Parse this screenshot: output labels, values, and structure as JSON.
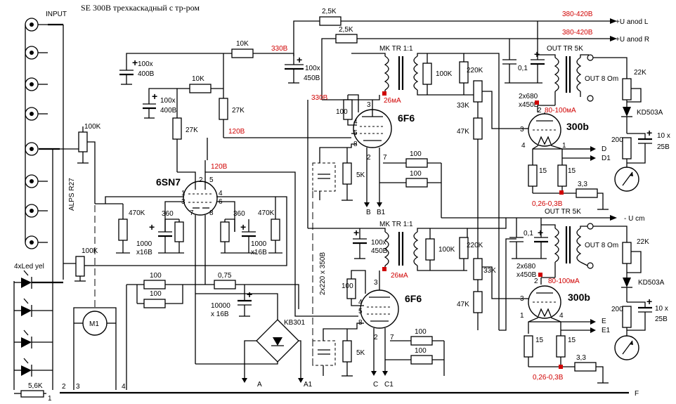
{
  "title": "SE 300B трехкаскадный с тр-ром",
  "labels": {
    "input": "INPUT",
    "alps": "ALPS R27",
    "led": "4xLed yel",
    "motor": "M1",
    "mktr_top": "MK TR 1:1",
    "mktr_bot": "MK TR 1:1",
    "out_tr_top": "OUT TR 5K",
    "out_tr_bot": "OUT TR 5K",
    "out8_top": "OUT 8 Om",
    "out8_bot": "OUT 8 Om",
    "anod_l": "+U anod L",
    "anod_r": "+U anod R",
    "ucm": "- U cm",
    "f": "F",
    "d": "D",
    "d1": "D1",
    "e": "E",
    "e1": "E1",
    "a": "A",
    "a1": "A1",
    "b": "B",
    "b1": "B1",
    "c": "C",
    "c1": "C1",
    "kb301": "KB301",
    "kd503_top": "KD503A",
    "kd503_bot": "KD503A",
    "cap_2x220": "2x220 x 350B"
  },
  "tubes": {
    "t6sn7": "6SN7",
    "t6f6_top": "6F6",
    "t6f6_bot": "6F6",
    "t300b_top": "300b",
    "t300b_bot": "300b"
  },
  "red": {
    "v380_l": "380-420В",
    "v380_r": "380-420В",
    "v330_a": "330В",
    "v330_b": "330В",
    "v120_a": "120В",
    "v120_b": "120В",
    "ma26_top": "26мА",
    "ma26_bot": "26мА",
    "ma80_top": "80-100мА",
    "ma80_bot": "80-100мА",
    "v026_top": "0,26-0,3В",
    "v026_bot": "0,26-0,3В"
  },
  "components": {
    "r25k_a": "2,5K",
    "r25k_b": "2,5K",
    "r10k_a": "10K",
    "r10k_b": "10K",
    "r27k_a": "27K",
    "r27k_b": "27K",
    "c100x400_a": "100x",
    "c100x400_a2": "400В",
    "c100x400_b": "100x",
    "c100x400_b2": "400В",
    "c100x450_top": "100x",
    "c100x450_top2": "450В",
    "c100x450_bot": "100x",
    "c100x450_bot2": "450В",
    "pot100k_a": "100K",
    "pot100k_b": "100K",
    "r470k_l": "470K",
    "r470k_r": "470K",
    "r360_l": "360",
    "r360_r": "360",
    "c1000_l": "1000",
    "c1000_l2": "x16В",
    "c1000_r": "1000",
    "c1000_r2": "x16В",
    "r100_h1": "100",
    "r100_h2": "100",
    "r075": "0,75",
    "c10000": "10000",
    "c10000b": "x 16В",
    "r100_g_top": "100",
    "r100_g_bot": "100",
    "r100k_top": "100K",
    "r100k_bot": "100K",
    "r220k_top": "220K",
    "r220k_bot": "220K",
    "r33k_top": "33K",
    "r33k_bot": "33K",
    "r47k_top": "47K",
    "r47k_bot": "47K",
    "r5k_top": "5K",
    "r5k_bot": "5K",
    "r100_c1": "100",
    "r100_c2": "100",
    "r100_c3": "100",
    "r100_c4": "100",
    "c01_top": "0,1",
    "c01_bot": "0,1",
    "c2x680_top": "2x680",
    "c2x680_top2": "x450В",
    "c2x680_bot": "2x680",
    "c2x680_bot2": "x450В",
    "r15_a": "15",
    "r15_b": "15",
    "r15_c": "15",
    "r15_d": "15",
    "r33_top": "3,3",
    "r33_bot": "3,3",
    "r22k_top": "22K",
    "r22k_bot": "22K",
    "r200_top": "200",
    "r200_bot": "200",
    "c10x25_top": "10 x",
    "c10x25_top2": "25В",
    "c10x25_bot": "10 x",
    "c10x25_bot2": "25В",
    "r56k": "5,6K"
  },
  "pins": {
    "p1": "1",
    "p2": "2",
    "p3": "3",
    "p4": "4",
    "p5": "5",
    "p6": "6",
    "p7": "7",
    "p8": "8"
  }
}
